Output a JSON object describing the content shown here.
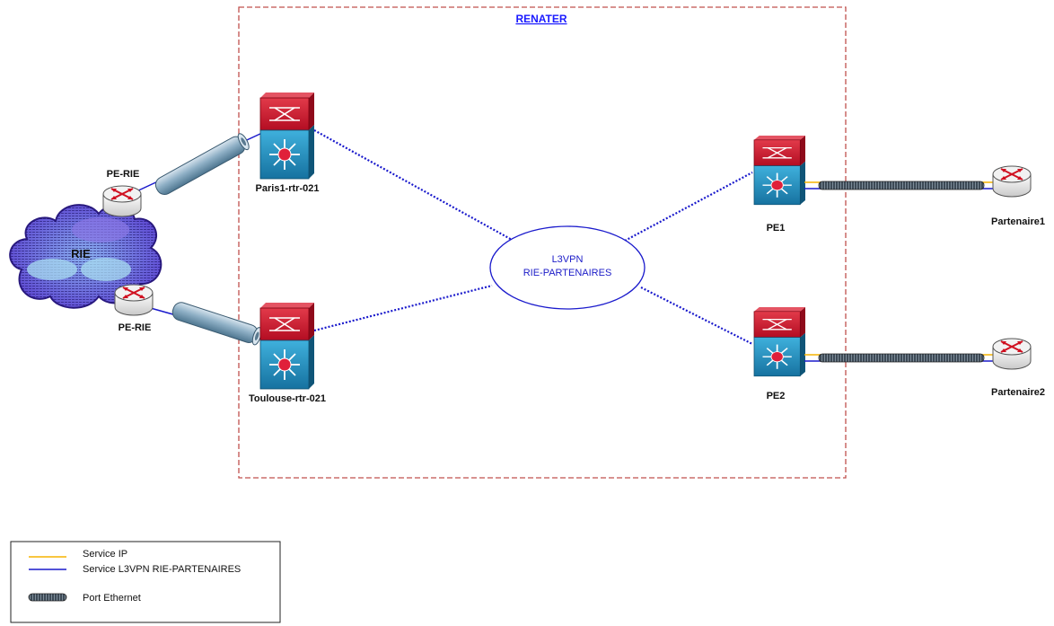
{
  "diagram": {
    "title": "RENATER",
    "cloud_label": "RIE",
    "center_label_line1": "L3VPN",
    "center_label_line2": "RIE-PARTENAIRES",
    "routers": {
      "pe_rie_top": "PE-RIE",
      "pe_rie_bottom": "PE-RIE",
      "paris": "Paris1-rtr-021",
      "toulouse": "Toulouse-rtr-021",
      "pe1": "PE1",
      "pe2": "PE2",
      "partner1": "Partenaire1",
      "partner2": "Partenaire2"
    }
  },
  "legend": {
    "items": [
      {
        "label": "Service IP",
        "color": "#f5b400"
      },
      {
        "label": "Service L3VPN RIE-PARTENAIRES",
        "color": "#1a1acc"
      },
      {
        "label": "Port Ethernet",
        "icon": "ethernet-port-icon"
      }
    ]
  },
  "colors": {
    "border_dashed": "#c0504d",
    "link_dotted": "#1a1acc",
    "switch_top": "#c8102e",
    "switch_bottom": "#1e8fbf",
    "service_ip": "#f5b400",
    "service_vpn": "#1a1acc"
  }
}
